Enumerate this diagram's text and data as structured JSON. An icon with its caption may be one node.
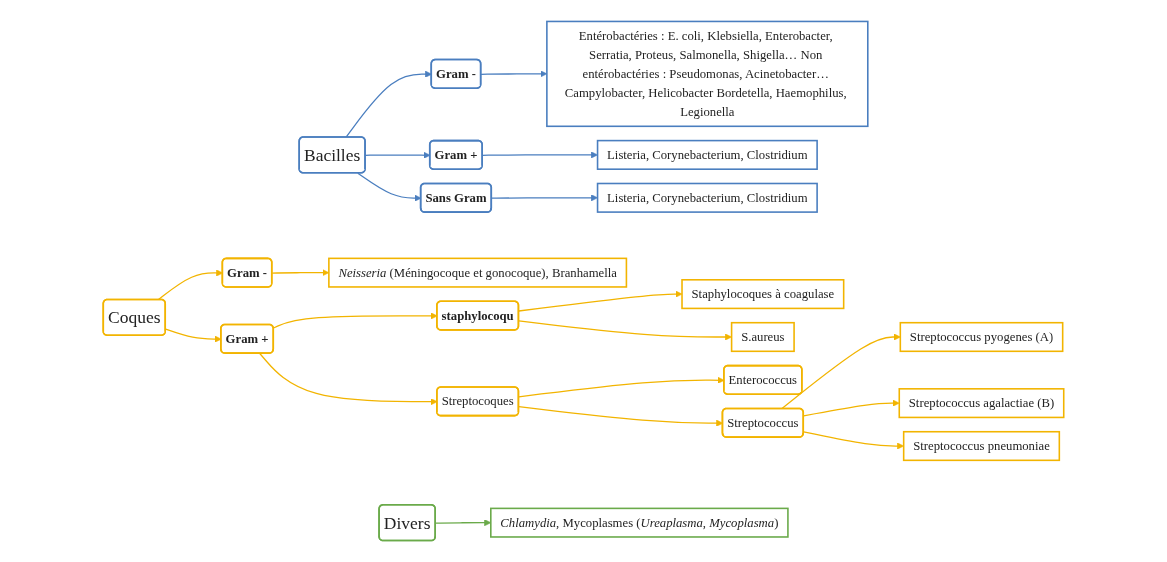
{
  "diagram": {
    "nodes": [
      {
        "text": [
          "Bacilles"
        ]
      },
      {
        "text": [
          "Gram -"
        ]
      },
      {
        "text": [
          "Gram +"
        ]
      },
      {
        "text": [
          "Sans Gram"
        ]
      },
      {
        "text": [
          "Entérobactéries : E. coli, Klebsiella, Enterobacter, Serratia, Proteus, Salmonella, Shigella… Non entérobactéries : Pseudomonas, Acinetobacter… Campylobacter, Helicobacter Bordetella, Haemophilus, Legionella"
        ]
      },
      {
        "text": [
          "Listeria, Corynebacterium, Clostridium"
        ]
      },
      {
        "text": [
          "Listeria, Corynebacterium, Clostridium"
        ]
      },
      {
        "text": [
          "Coques"
        ]
      },
      {
        "text": [
          "Gram -"
        ]
      },
      {
        "text": [
          "Gram +"
        ]
      },
      {
        "text": [
          "*Neisseria* (Méningocoque et gonocoque), Branhamella"
        ]
      },
      {
        "text": [
          "staphylocoqu"
        ]
      },
      {
        "text": [
          "Streptocoques"
        ]
      },
      {
        "text": [
          "Staphylocoques à coagulase"
        ]
      },
      {
        "text": [
          "S.aureus"
        ]
      },
      {
        "text": [
          "Enterococcus"
        ]
      },
      {
        "text": [
          "Streptococcus"
        ]
      },
      {
        "text": [
          "Streptococcus pyogenes (A)"
        ]
      },
      {
        "text": [
          "Streptococcus agalactiae (B)"
        ]
      },
      {
        "text": [
          "Streptococcus pneumoniae"
        ]
      },
      {
        "text": [
          "Divers"
        ]
      },
      {
        "text": [
          "*Chlamydia*, Mycoplasmes (*Ureaplasma*, *Mycoplasma*)"
        ]
      }
    ],
    "edges": [
      {
        "from": 0,
        "to": 1,
        "arrow": "to",
        "color": "#4a7ebf"
      },
      {
        "from": 0,
        "to": 2,
        "arrow": "to",
        "color": "#4a7ebf"
      },
      {
        "from": 0,
        "to": 3,
        "arrow": "to",
        "color": "#4a7ebf"
      },
      {
        "from": 1,
        "to": 4,
        "arrow": "to",
        "color": "#4a7ebf"
      },
      {
        "from": 2,
        "to": 5,
        "arrow": "to",
        "color": "#4a7ebf"
      },
      {
        "from": 3,
        "to": 6,
        "arrow": "to",
        "color": "#4a7ebf"
      },
      {
        "from": 7,
        "to": 8,
        "arrow": "to"
      },
      {
        "from": 7,
        "to": 9,
        "arrow": "to"
      },
      {
        "from": 8,
        "to": 10,
        "arrow": "to"
      },
      {
        "from": 9,
        "to": 11,
        "arrow": "to"
      },
      {
        "from": 9,
        "to": 12,
        "arrow": "to"
      },
      {
        "from": 11,
        "to": 13,
        "arrow": "to"
      },
      {
        "from": 11,
        "to": 14,
        "arrow": "to"
      },
      {
        "from": 12,
        "to": 15,
        "arrow": "to"
      },
      {
        "from": 12,
        "to": 16,
        "arrow": "to"
      },
      {
        "from": 16,
        "to": 17,
        "arrow": "to"
      },
      {
        "from": 16,
        "to": 18,
        "arrow": "to"
      },
      {
        "from": 16,
        "to": 19,
        "arrow": "to"
      },
      {
        "from": 20,
        "to": 21,
        "arrow": "to",
        "color": "#6aaa4a"
      }
    ]
  }
}
